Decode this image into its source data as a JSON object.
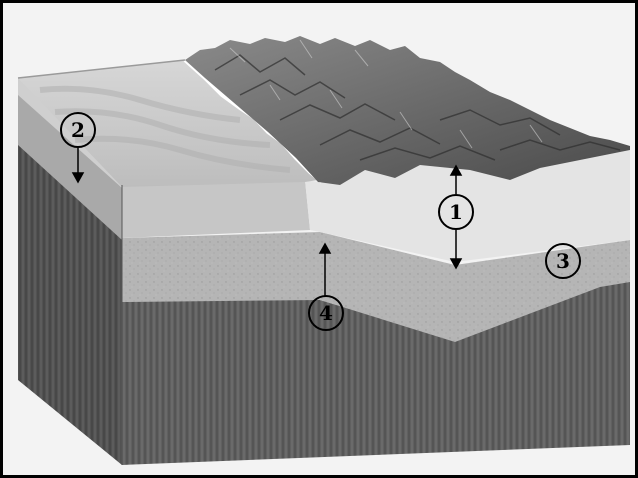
{
  "labels": {
    "one": "1",
    "two": "2",
    "three": "3",
    "four": "4"
  },
  "colors": {
    "background": "#f2f2f2",
    "border": "#000000",
    "ocean_surface": "#d4d4d4",
    "ocean_front": "#c9c9c9",
    "crust_layer": "#b7b7b7",
    "land_light_layer": "#e3e3e3",
    "mantle": "#5f5f5f",
    "mountains": "#6a6a6a"
  }
}
